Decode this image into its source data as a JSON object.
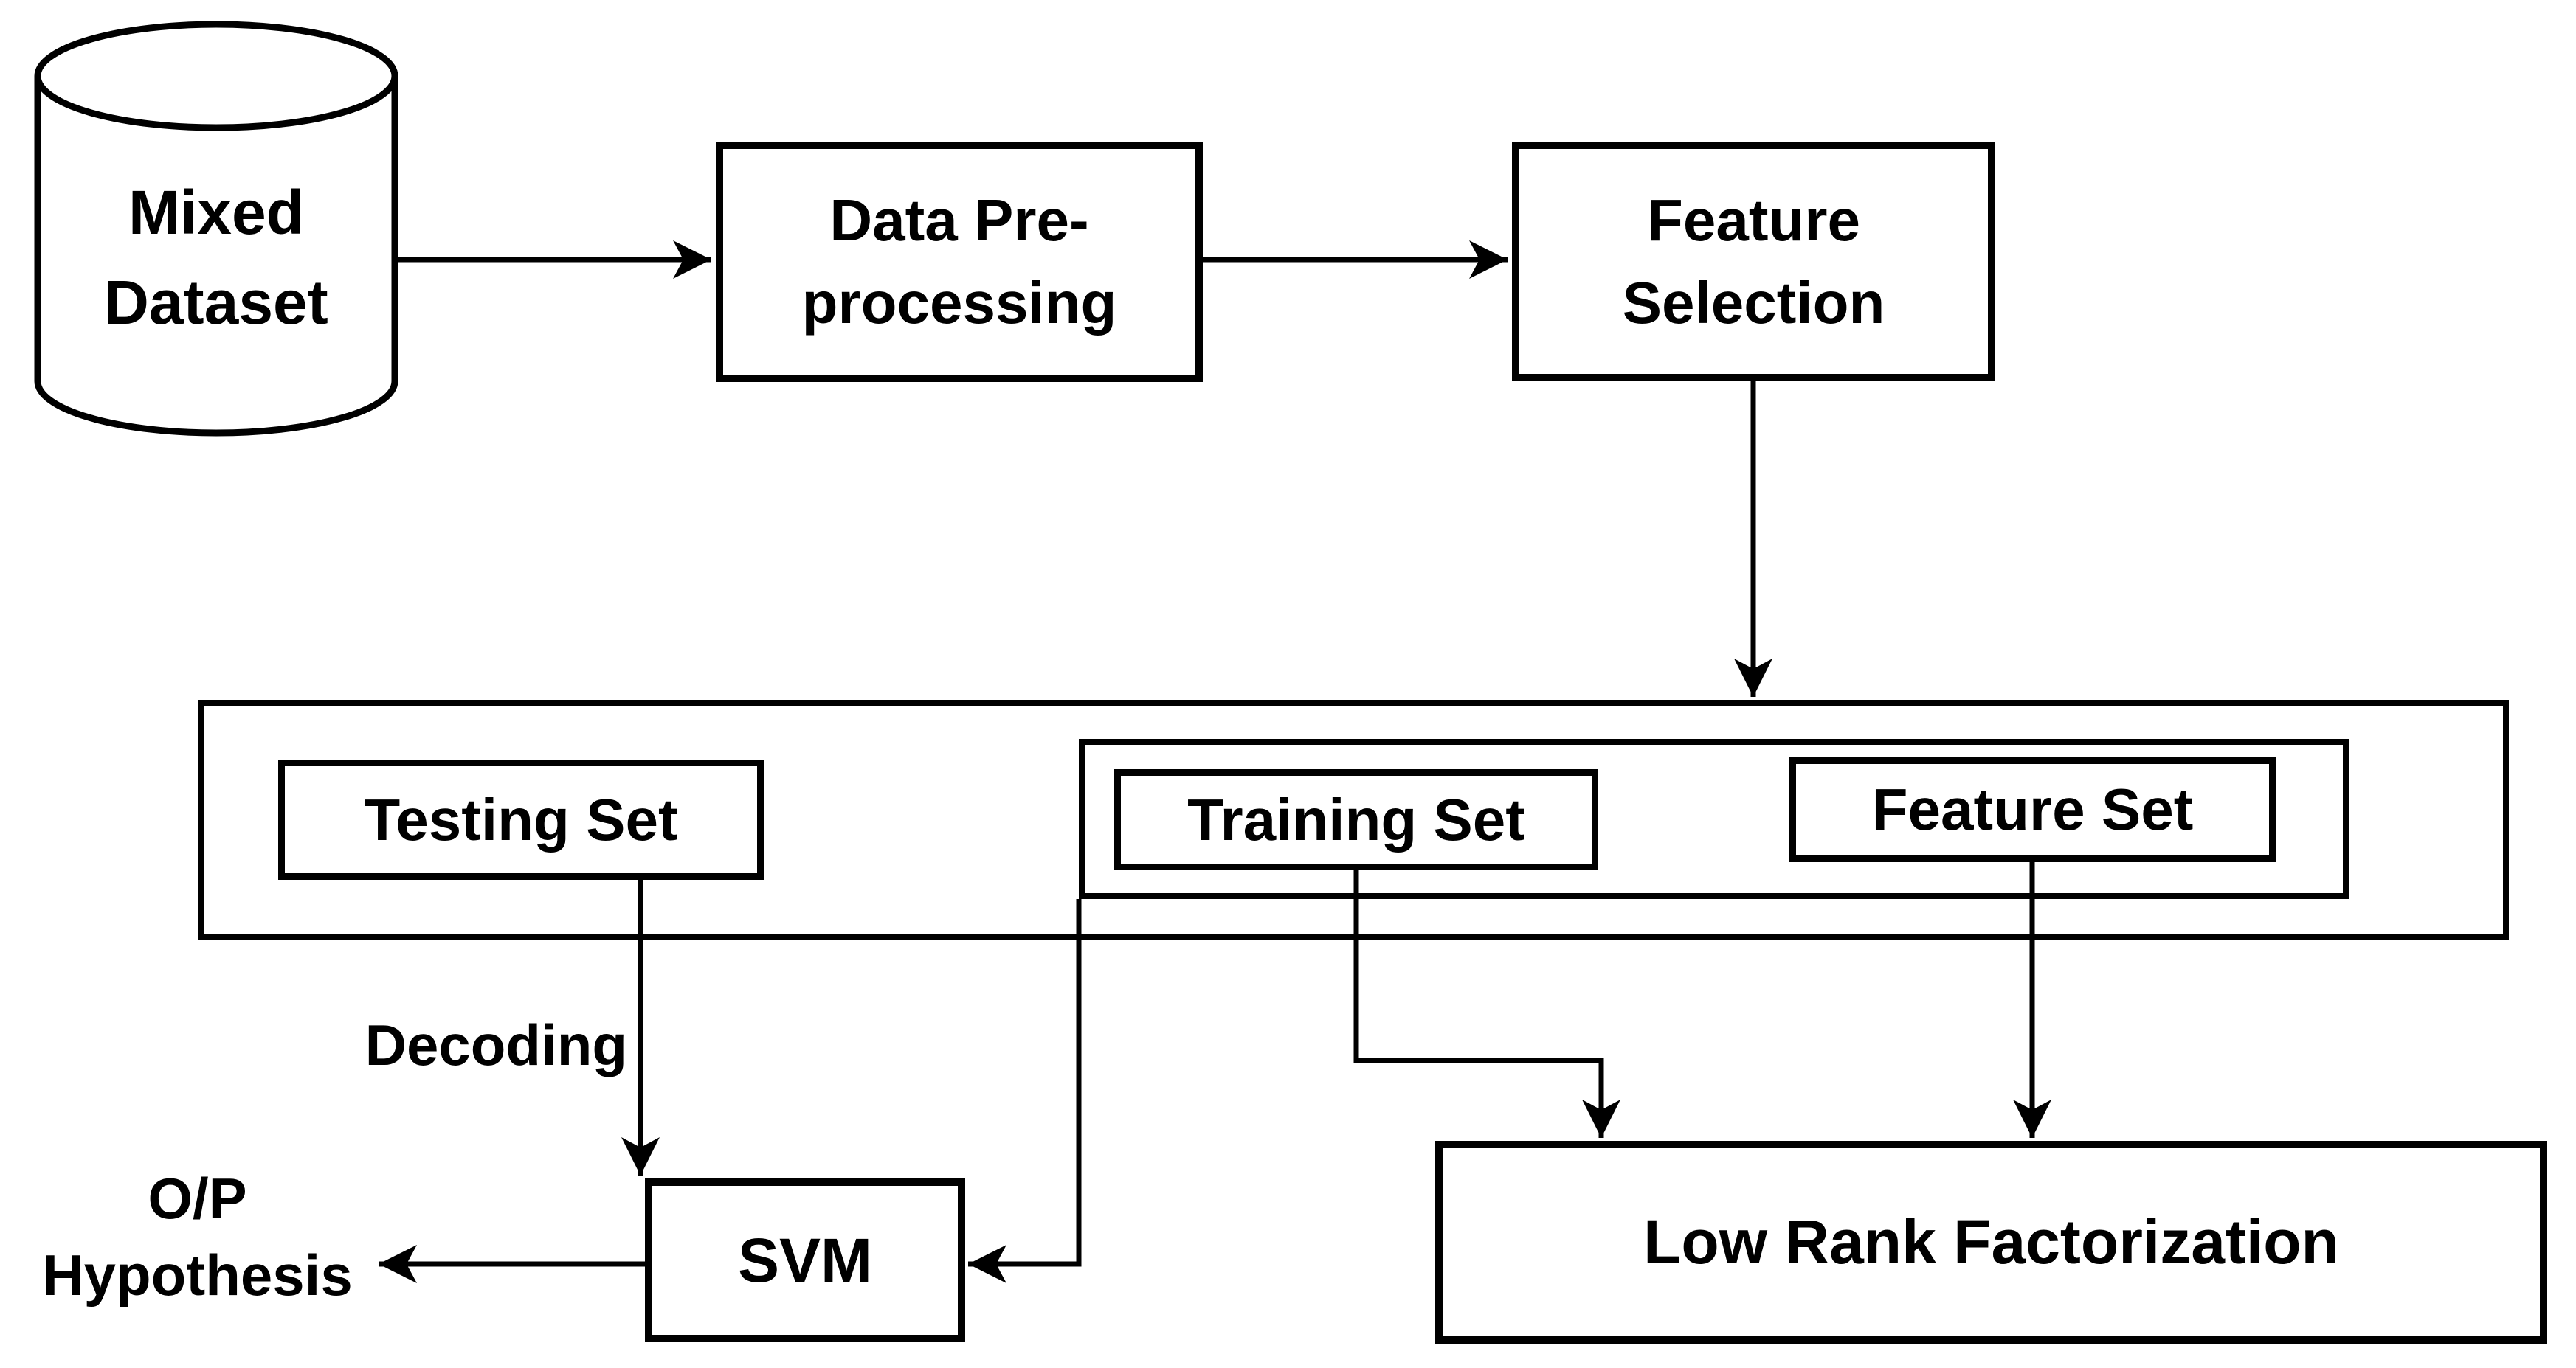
{
  "diagram": {
    "type": "flowchart",
    "background_color": "#ffffff",
    "ink_color": "#000000",
    "nodes": {
      "mixed_dataset": {
        "label": "Mixed\nDataset",
        "shape": "cylinder"
      },
      "data_preprocessing": {
        "label": "Data Pre-\nprocessing",
        "shape": "rectangle"
      },
      "feature_selection": {
        "label": "Feature\nSelection",
        "shape": "rectangle"
      },
      "dataset_split_container": {
        "label": "",
        "shape": "container"
      },
      "training_group_container": {
        "label": "",
        "shape": "container"
      },
      "testing_set": {
        "label": "Testing Set",
        "shape": "rectangle"
      },
      "training_set": {
        "label": "Training Set",
        "shape": "rectangle"
      },
      "feature_set": {
        "label": "Feature Set",
        "shape": "rectangle"
      },
      "svm": {
        "label": "SVM",
        "shape": "rectangle"
      },
      "low_rank_factorization": {
        "label": "Low Rank Factorization",
        "shape": "rectangle"
      }
    },
    "edge_labels": {
      "decoding": "Decoding",
      "output_hypothesis": "O/P\nHypothesis"
    },
    "edges": [
      {
        "from": "mixed_dataset",
        "to": "data_preprocessing"
      },
      {
        "from": "data_preprocessing",
        "to": "feature_selection"
      },
      {
        "from": "feature_selection",
        "to": "dataset_split_container"
      },
      {
        "from": "testing_set",
        "to": "svm",
        "label": "Decoding"
      },
      {
        "from": "training_group_container",
        "to": "svm"
      },
      {
        "from": "training_set",
        "to": "low_rank_factorization"
      },
      {
        "from": "feature_set",
        "to": "low_rank_factorization"
      },
      {
        "from": "svm",
        "to": "output_hypothesis"
      }
    ]
  }
}
